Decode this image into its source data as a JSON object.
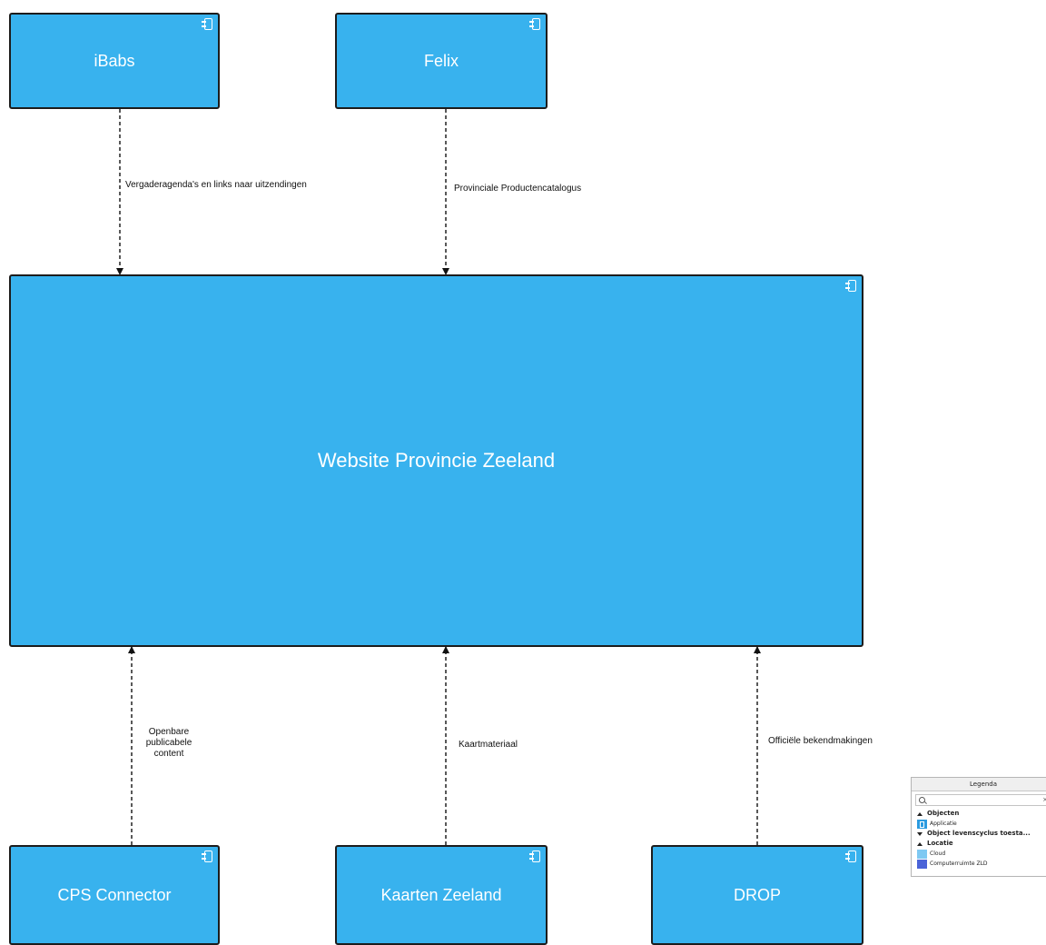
{
  "nodes": {
    "ibabs": "iBabs",
    "felix": "Felix",
    "website": "Website Provincie Zeeland",
    "cps": "CPS Connector",
    "kaarten": "Kaarten Zeeland",
    "drop": "DROP"
  },
  "flows": {
    "ibabs_to_website": "Vergaderagenda's en links naar uitzendingen",
    "felix_to_website": "Provinciale Productencatalogus",
    "cps_to_website": "Openbare publicabele content",
    "cps_to_website_lines": [
      "Openbare",
      "publicabele",
      "content"
    ],
    "kaarten_to_website": "Kaartmateriaal",
    "drop_to_website": "Officiële bekendmakingen"
  },
  "colors": {
    "node_fill": "#38b2ee",
    "node_border": "#1c1c1c",
    "swatch_applicatie": "#2b9be0",
    "swatch_cloud": "#7ec8f2",
    "swatch_computerruimte": "#4a63d8"
  },
  "legend": {
    "title": "Legenda",
    "search_placeholder": "",
    "groups": [
      {
        "label": "Objecten",
        "expanded": true,
        "items": [
          {
            "label": "Applicatie",
            "icon": "component-icon"
          }
        ]
      },
      {
        "label": "Object levenscyclus toesta...",
        "expanded": false,
        "items": []
      },
      {
        "label": "Locatie",
        "expanded": true,
        "items": [
          {
            "label": "Cloud"
          },
          {
            "label": "Computerruimte ZLD"
          }
        ]
      }
    ]
  }
}
